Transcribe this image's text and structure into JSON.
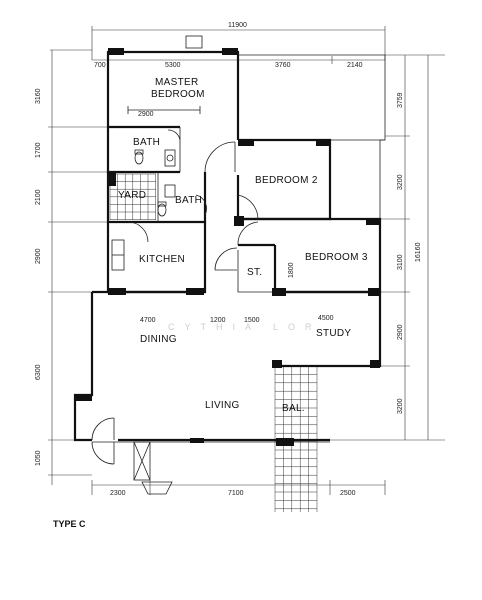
{
  "plan_title": "TYPE C",
  "watermark": "CYTHIA   LOR",
  "rooms": {
    "master_bedroom_line1": "MASTER",
    "master_bedroom_line2": "BEDROOM",
    "bath_1": "BATH",
    "bath_2": "BATH",
    "yard": "YARD",
    "bedroom_2": "BEDROOM 2",
    "kitchen": "KITCHEN",
    "store": "ST.",
    "bedroom_3": "BEDROOM 3",
    "dining": "DINING",
    "study": "STUDY",
    "living": "LIVING",
    "balcony": "BAL."
  },
  "dimensions": {
    "top_overall": "11900",
    "top_700": "700",
    "top_5300": "5300",
    "top_3760": "3760",
    "top_2140": "2140",
    "bath_2900": "2900",
    "mid_4700": "4700",
    "mid_1200": "1200",
    "mid_1500": "1500",
    "mid_4500": "4500",
    "st_1800": "1800",
    "bot_2300": "2300",
    "bot_7100": "7100",
    "bot_2500": "2500",
    "left_3160": "3160",
    "left_1700": "1700",
    "left_2100": "2100",
    "left_2900": "2900",
    "left_6300": "6300",
    "left_1050": "1050",
    "right_3759": "3759",
    "right_3200a": "3200",
    "right_3100": "3100",
    "right_2900": "2900",
    "right_3200b": "3200",
    "right_overall": "16160"
  }
}
